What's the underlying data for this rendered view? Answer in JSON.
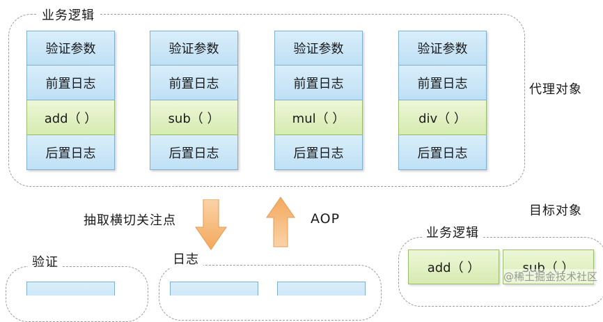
{
  "top_group": {
    "label": "业务逻辑",
    "columns": [
      {
        "rows": [
          "验证参数",
          "前置日志",
          "add（  ）",
          "后置日志"
        ]
      },
      {
        "rows": [
          "验证参数",
          "前置日志",
          "sub（  ）",
          "后置日志"
        ]
      },
      {
        "rows": [
          "验证参数",
          "前置日志",
          "mul（  ）",
          "后置日志"
        ]
      },
      {
        "rows": [
          "验证参数",
          "前置日志",
          "div（  ）",
          "后置日志"
        ]
      }
    ]
  },
  "labels": {
    "proxy": "代理对象",
    "target": "目标对象",
    "extract": "抽取横切关注点",
    "aop": "AOP"
  },
  "bottom_groups": {
    "validate_label": "验证",
    "log_label": "日志",
    "business_label": "业务逻辑",
    "business_items": [
      "add（  ）",
      "sub（  ）"
    ]
  },
  "watermark": "@稀土掘金技术社区",
  "colors": {
    "blue_cell": "#bfe0f5",
    "green_cell": "#d6ebb0",
    "arrow_orange": "#f6b26b"
  }
}
